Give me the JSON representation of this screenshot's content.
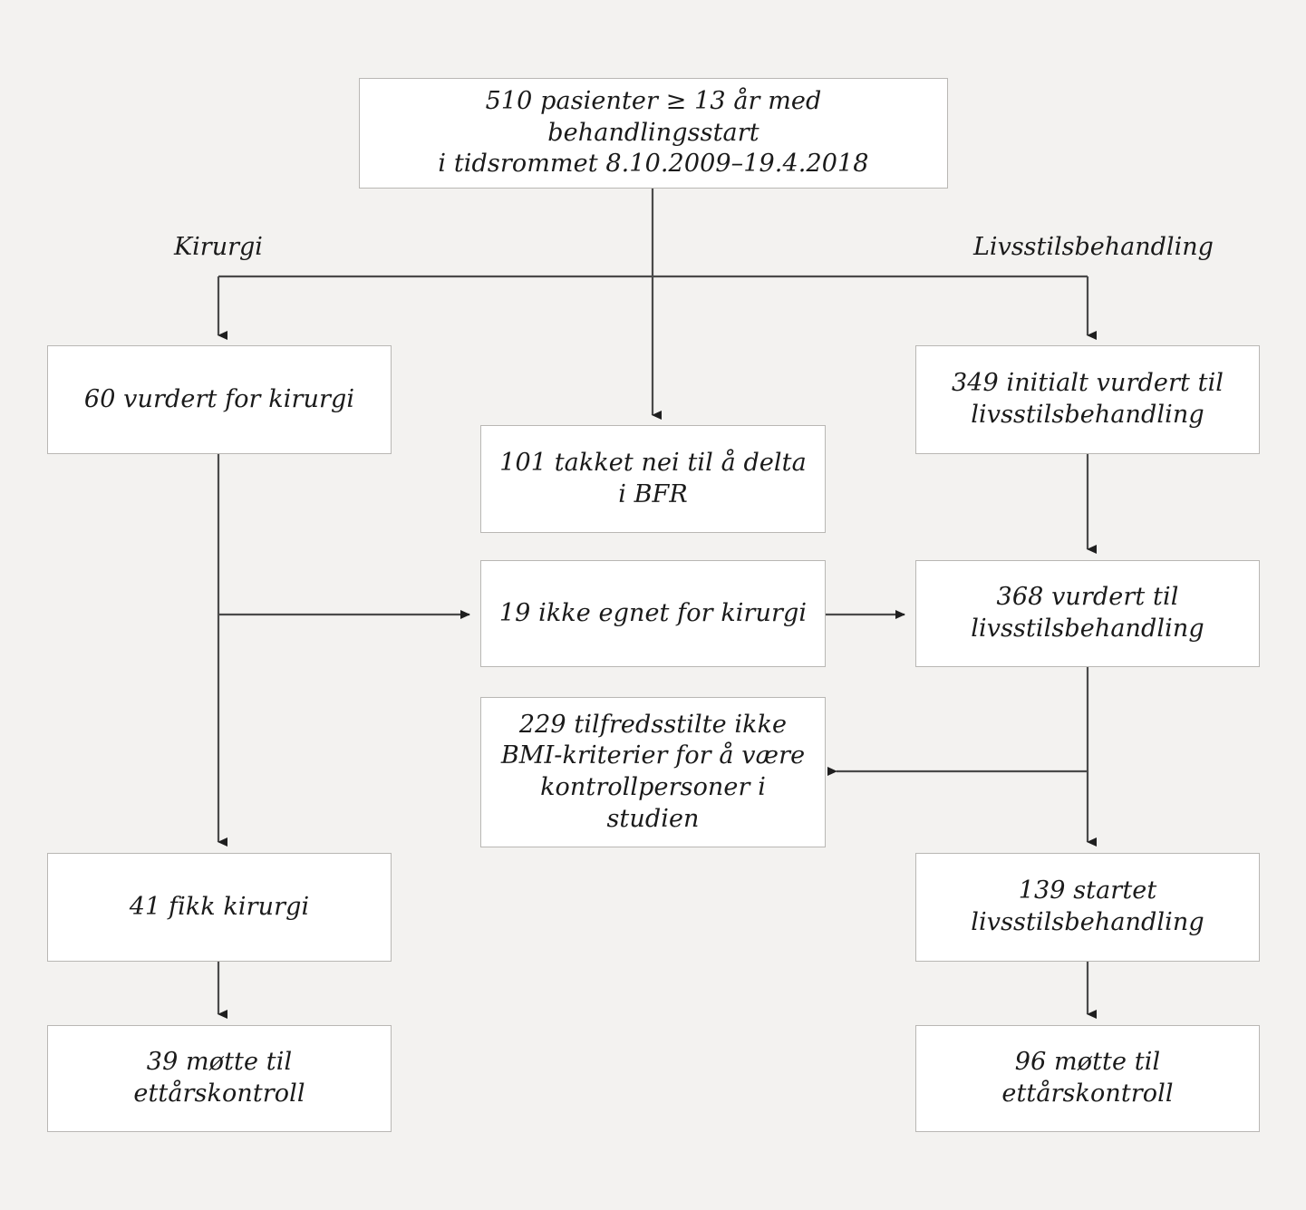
{
  "figure": {
    "type": "flowchart",
    "language": "no",
    "background_color": "#f3f2f0",
    "box_fill_color": "#ffffff",
    "box_border_color": "#b9b7b4",
    "connector_color": "#4a4a4a",
    "text_color": "#1a1a1a"
  },
  "branch_labels": {
    "left": "Kirurgi",
    "right": "Livsstilsbehandling"
  },
  "nodes": {
    "top": "510 pasienter ≥ 13 år med behandlingsstart\ni tidsrommet 8.10.2009–19.4.2018",
    "left_assessed": "60 vurdert for kirurgi",
    "right_initial": "349 initialt vurdert til\nlivsstilsbehandling",
    "declined": "101 takket nei til å delta i BFR",
    "not_suitable": "19 ikke egnet for kirurgi",
    "right_assessed": "368 vurdert til\nlivsstilsbehandling",
    "bmi_excluded": "229 tilfredsstilte ikke\nBMI-kriterier for å være\nkontrollpersoner i studien",
    "left_surgery": "41 fikk kirurgi",
    "right_started": "139 startet\nlivsstilsbehandling",
    "left_followup": "39 møtte til ettårskontroll",
    "right_followup": "96 møtte til ettårskontroll"
  },
  "chart_data": {
    "type": "flowchart",
    "title": "",
    "nodes": [
      {
        "id": "top",
        "label": "510 pasienter ≥ 13 år med behandlingsstart i tidsrommet 8.10.2009–19.4.2018",
        "value": 510
      },
      {
        "id": "left_assessed",
        "label": "60 vurdert for kirurgi",
        "value": 60
      },
      {
        "id": "right_initial",
        "label": "349 initialt vurdert til livsstilsbehandling",
        "value": 349
      },
      {
        "id": "declined",
        "label": "101 takket nei til å delta i BFR",
        "value": 101
      },
      {
        "id": "not_suitable",
        "label": "19 ikke egnet for kirurgi",
        "value": 19
      },
      {
        "id": "right_assessed",
        "label": "368 vurdert til livsstilsbehandling",
        "value": 368
      },
      {
        "id": "bmi_excluded",
        "label": "229 tilfredsstilte ikke BMI-kriterier for å være kontrollpersoner i studien",
        "value": 229
      },
      {
        "id": "left_surgery",
        "label": "41 fikk kirurgi",
        "value": 41
      },
      {
        "id": "right_started",
        "label": "139 startet livsstilsbehandling",
        "value": 139
      },
      {
        "id": "left_followup",
        "label": "39 møtte til ettårskontroll",
        "value": 39
      },
      {
        "id": "right_followup",
        "label": "96 møtte til ettårskontroll",
        "value": 96
      }
    ],
    "edges": [
      {
        "from": "top",
        "to": "left_assessed",
        "label": "Kirurgi"
      },
      {
        "from": "top",
        "to": "right_initial",
        "label": "Livsstilsbehandling"
      },
      {
        "from": "top",
        "to": "declined",
        "label": ""
      },
      {
        "from": "left_assessed",
        "to": "not_suitable",
        "label": ""
      },
      {
        "from": "left_assessed",
        "to": "left_surgery",
        "label": ""
      },
      {
        "from": "not_suitable",
        "to": "right_assessed",
        "label": ""
      },
      {
        "from": "right_initial",
        "to": "right_assessed",
        "label": ""
      },
      {
        "from": "right_assessed",
        "to": "bmi_excluded",
        "label": ""
      },
      {
        "from": "right_assessed",
        "to": "right_started",
        "label": ""
      },
      {
        "from": "left_surgery",
        "to": "left_followup",
        "label": ""
      },
      {
        "from": "right_started",
        "to": "right_followup",
        "label": ""
      }
    ]
  }
}
